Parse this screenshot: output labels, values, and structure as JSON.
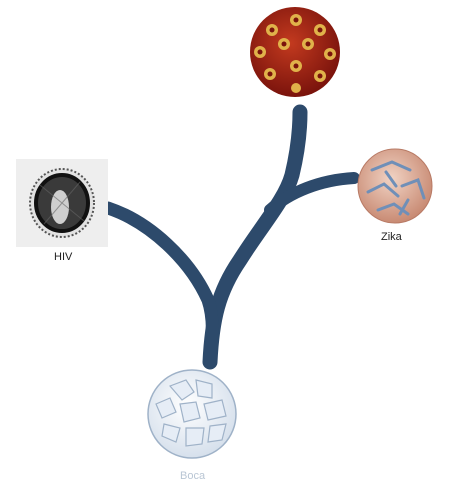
{
  "nodes": {
    "hiv": {
      "label": "HIV"
    },
    "zika": {
      "label": "Zika"
    },
    "boca": {
      "label": "Boca"
    }
  },
  "colors": {
    "branch": "#2d4a6b",
    "top_virus_red": "#9b1b12",
    "top_virus_yellow": "#e0b24a",
    "zika_orange": "#d9967a",
    "zika_blue": "#6f8fb8",
    "boca_light": "#dde5f0",
    "boca_outline": "#9fb2c8",
    "hiv_dark": "#222222"
  }
}
